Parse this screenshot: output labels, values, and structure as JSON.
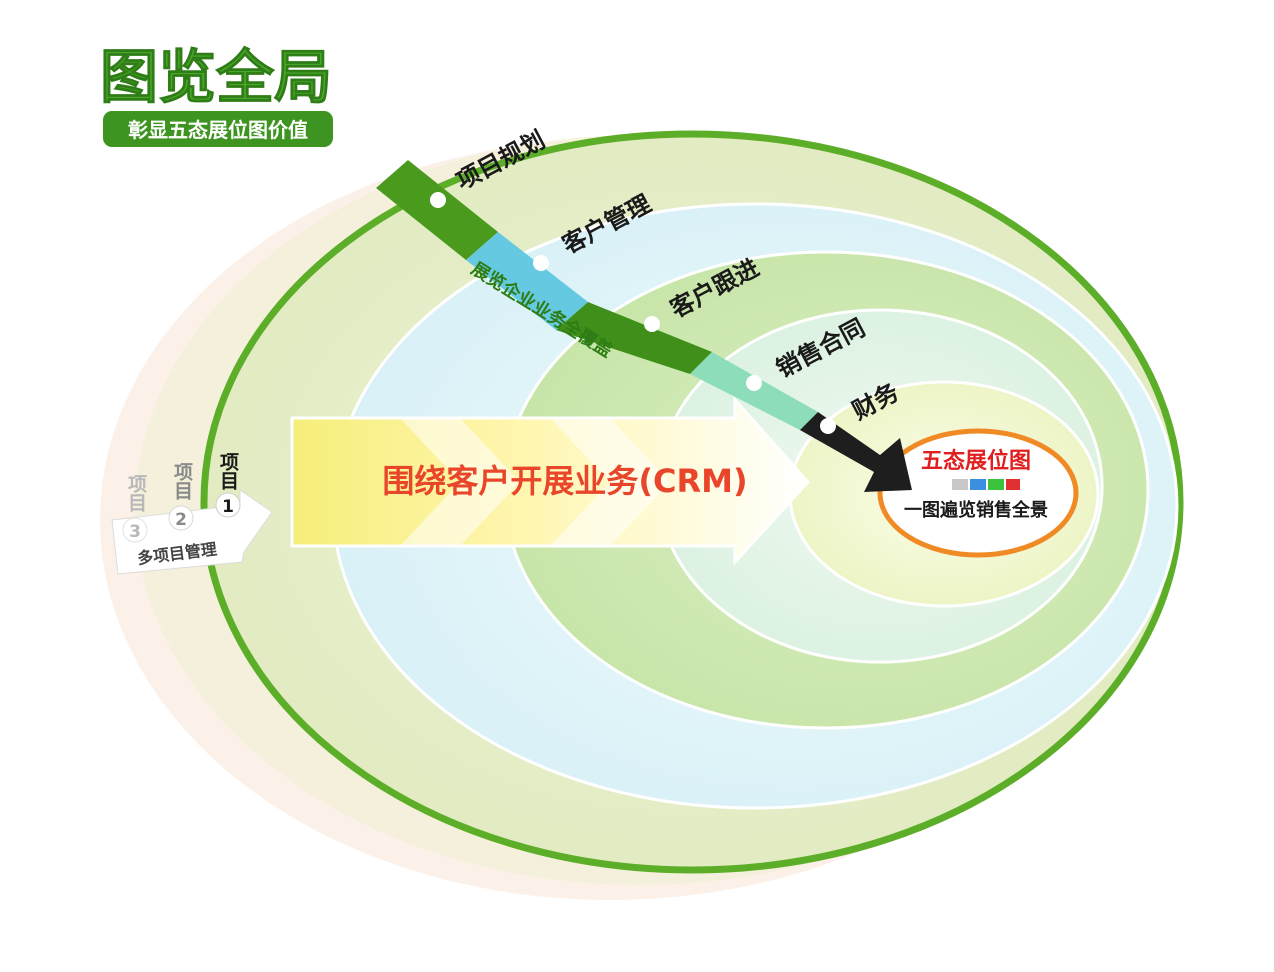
{
  "header": {
    "title": "图览全局",
    "subtitle": "彰显五态展位图价值"
  },
  "stages": [
    {
      "label": "项目规划",
      "band_color": "#4a9a1e"
    },
    {
      "label": "客户管理",
      "band_color": "#5fc6e0"
    },
    {
      "label": "客户跟进",
      "band_color": "#3f8f1a"
    },
    {
      "label": "销售合同",
      "band_color": "#86d9b8"
    },
    {
      "label": "财务",
      "band_color": "#2a2a2a"
    }
  ],
  "coverage_label": "展览企业业务全覆盖",
  "crm_label": "围绕客户开展业务(CRM)",
  "projects": {
    "items": [
      {
        "label": "项目",
        "number": "1"
      },
      {
        "label": "项目",
        "number": "2"
      },
      {
        "label": "项目",
        "number": "3"
      }
    ],
    "caption": "多项目管理"
  },
  "core": {
    "title": "五态展位图",
    "subtitle": "一图遍览销售全景",
    "status_colors": [
      "#c8c8c8",
      "#3a8fe0",
      "#3cc23c",
      "#e03030"
    ]
  },
  "colors": {
    "brand_green": "#4aa82a",
    "orange_ring": "#ef8a25",
    "crm_text": "#e8452a",
    "core_title": "#e02020"
  }
}
